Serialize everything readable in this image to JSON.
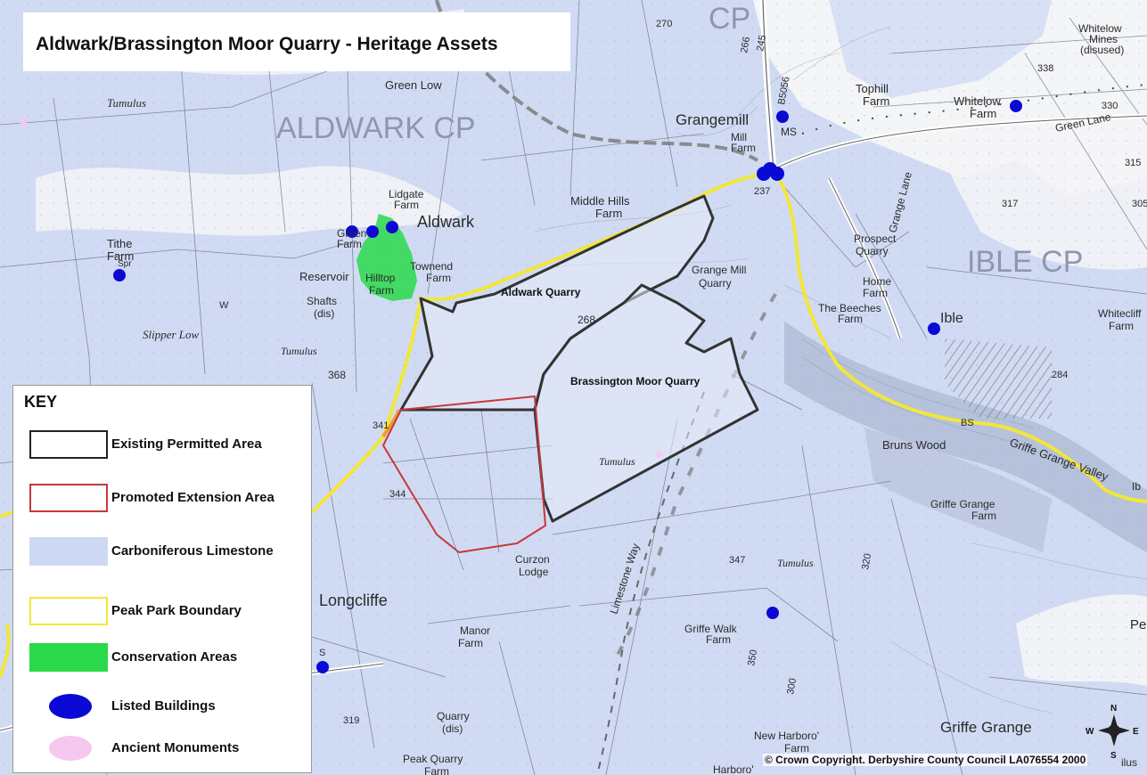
{
  "title": "Aldwark/Brassington Moor Quarry - Heritage Assets",
  "copyright": "© Crown Copyright. Derbyshire County Council LA076554 2000",
  "compass": {
    "n": "N",
    "e": "E",
    "s": "S",
    "w": "W"
  },
  "key": {
    "title": "KEY",
    "items": [
      {
        "id": "existing",
        "label": "Existing Permitted Area"
      },
      {
        "id": "promoted",
        "label": "Promoted Extension Area"
      },
      {
        "id": "limestone",
        "label": "Carboniferous Limestone"
      },
      {
        "id": "peak",
        "label": "Peak Park Boundary"
      },
      {
        "id": "conservation",
        "label": "Conservation Areas"
      },
      {
        "id": "listed",
        "label": "Listed Buildings"
      },
      {
        "id": "ancient",
        "label": "Ancient Monuments"
      }
    ]
  },
  "colors": {
    "limestone": "#cdd9f2",
    "existing_boundary": "#222222",
    "promoted_boundary": "#c8383a",
    "peak_park": "#f2e63a",
    "conservation": "#29d94a",
    "listed": "#0a0ad4",
    "ancient": "#f6c8ef"
  },
  "quarries": {
    "aldwark": "Aldwark Quarry",
    "brassington": "Brassington Moor Quarry"
  },
  "parishes": {
    "aldwark_cp": "ALDWARK CP",
    "ible_cp": "IBLE CP",
    "cp_top": "CP"
  },
  "places": {
    "green_low": "Green Low",
    "tumulus_nw": "Tumulus",
    "lidgate": "Lidgate",
    "farm_lidgate": "Farm",
    "aldwark": "Aldwark",
    "green": "Green",
    "farm_green": "Farm",
    "tithe": "Tithe",
    "farm_tithe": "Farm",
    "townend": "Townend",
    "farm_townend": "Farm",
    "reservoir": "Reservoir",
    "hilltop": "Hilltop",
    "farm_hilltop": "Farm",
    "shafts": "Shafts",
    "dis_shafts": "(dis)",
    "slipper_low": "Slipper Low",
    "tumulus_w": "Tumulus",
    "middle_hills": "Middle Hills",
    "farm_middle": "Farm",
    "grangemill": "Grangemill",
    "mill_farm": "Mill",
    "farm_mill": "Farm",
    "ms": "MS",
    "tophill": "Tophill",
    "farm_tophill": "Farm",
    "whitelow": "Whitelow",
    "farm_whitelow": "Farm",
    "whitelow_mines": "Whitelow",
    "mines": "Mines",
    "disused": "(disused)",
    "green_lane": "Green Lane",
    "grange_lane": "Grange Lane",
    "prospect": "Prospect",
    "quarry_prospect": "Quarry",
    "grange_mill": "Grange Mill",
    "quarry_grange": "Quarry",
    "home": "Home",
    "farm_home": "Farm",
    "the_beeches": "The Beeches",
    "farm_beeches": "Farm",
    "ible": "Ible",
    "whitecliff": "Whitecliff",
    "farm_whitecliff": "Farm",
    "bruns_wood": "Bruns Wood",
    "griffe_grange_valley": "Griffe Grange Valley",
    "griffe_grange_farm": "Griffe Grange",
    "farm_griffe": "Farm",
    "tumulus_mid": "Tumulus",
    "tumulus_se": "Tumulus",
    "limestone_way": "Limestone Way",
    "curzon": "Curzon",
    "lodge": "Lodge",
    "longcliffe": "Longcliffe",
    "manor": "Manor",
    "farm_manor": "Farm",
    "griffe_walk": "Griffe Walk",
    "farm_griffe_walk": "Farm",
    "quarry_dis": "Quarry",
    "dis_quarry": "(dis)",
    "peak_quarry": "Peak Quarry",
    "farm_peak": "Farm",
    "new_harboro": "New Harboro'",
    "farm_harboro": "Farm",
    "griffe_grange": "Griffe Grange",
    "harboro": "Harboro'",
    "pe": "Pe",
    "ib": "Ib",
    "ilus": "ilus",
    "b5056": "B5056",
    "bs": "BS",
    "spr": "Spr",
    "w": "W",
    "s": "S"
  },
  "heights": {
    "h270": "270",
    "h266": "266",
    "h245": "245",
    "h338": "338",
    "h330": "330",
    "h315": "315",
    "h317": "317",
    "h305": "305",
    "h237": "237",
    "h268": "268",
    "h368": "368",
    "h341": "341",
    "h344": "344",
    "h284": "284",
    "h347": "347",
    "h319": "319",
    "h320": "320",
    "h300": "300",
    "h350": "350"
  }
}
